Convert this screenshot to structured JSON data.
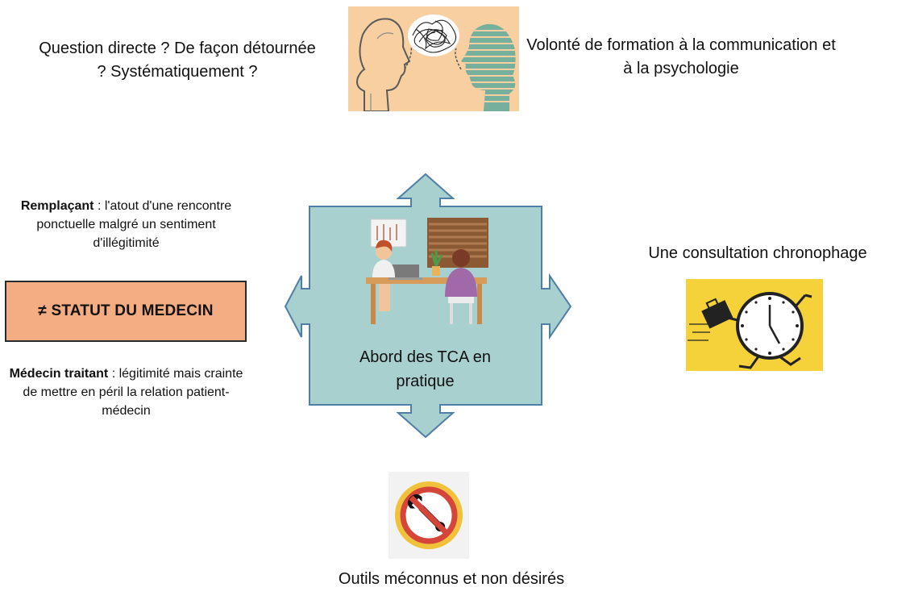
{
  "top_left": {
    "text": "Question directe ? De façon détournée ? Systématiquement ?"
  },
  "top_right": {
    "text": "Volonté de formation à la communication et à la psychologie"
  },
  "right": {
    "text": "Une consultation chronophage"
  },
  "bottom": {
    "text": "Outils méconnus et non désirés"
  },
  "center": {
    "label": "Abord des TCA en pratique"
  },
  "left": {
    "remplacant_bold": "Remplaçant",
    "remplacant_rest": " : l'atout d'une rencontre ponctuelle malgré un sentiment d'illégitimité",
    "statut": "≠ STATUT DU MEDECIN",
    "medecin_bold": "Médecin traitant",
    "medecin_rest": " : légitimité mais crainte de mettre en péril la relation patient-médecin"
  },
  "colors": {
    "arrow_fill": "#a8d0cf",
    "arrow_stroke": "#4f7fa7",
    "statut_fill": "#f4ac82",
    "peach": "#f7cfa0",
    "yellow": "#f5d23a"
  },
  "icons": {
    "top": "conversation-heads-icon",
    "center": "consultation-scene-icon",
    "right": "running-clock-icon",
    "bottom": "no-tools-icon"
  }
}
